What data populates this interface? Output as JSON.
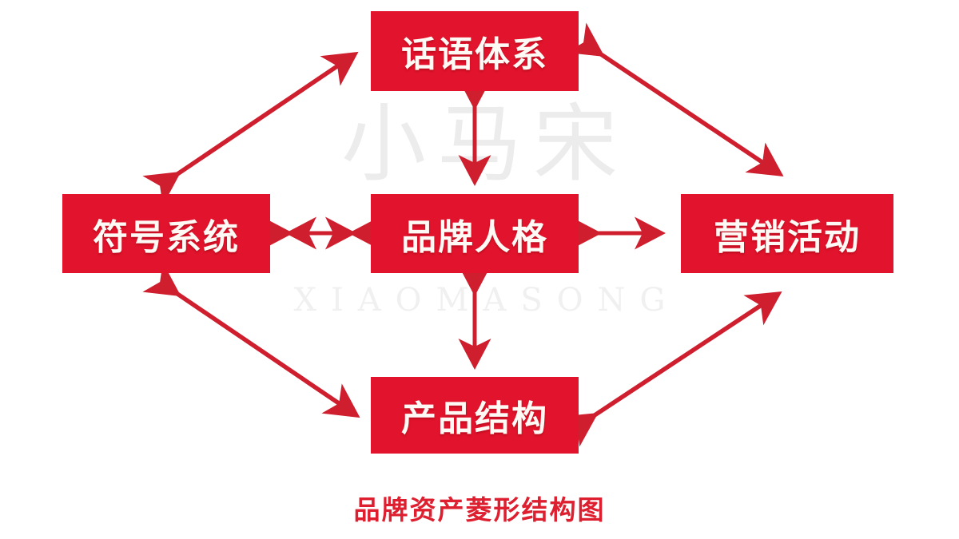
{
  "diagram": {
    "title_caption": "品牌资产菱形结构图",
    "accent_red": "#e2132c",
    "arrow_red": "#cf1f2e",
    "caption_red": "#dd1f30",
    "background": "#ffffff",
    "nodes": [
      {
        "id": "top",
        "label": "话语体系"
      },
      {
        "id": "left",
        "label": "符号系统"
      },
      {
        "id": "center",
        "label": "品牌人格"
      },
      {
        "id": "right",
        "label": "营销活动"
      },
      {
        "id": "bottom",
        "label": "产品结构"
      }
    ],
    "connectors": [
      {
        "id": "left-to-center",
        "style": "double-arrow-horizontal"
      },
      {
        "id": "center-to-right",
        "style": "double-arrow-horizontal"
      },
      {
        "id": "top-to-center",
        "style": "double-arrow-vertical"
      },
      {
        "id": "center-to-bottom",
        "style": "double-arrow-vertical"
      },
      {
        "id": "left-to-top",
        "style": "double-arrow-diagonal"
      },
      {
        "id": "top-to-right",
        "style": "double-arrow-diagonal"
      },
      {
        "id": "left-to-bottom",
        "style": "double-arrow-diagonal"
      },
      {
        "id": "bottom-to-right",
        "style": "double-arrow-diagonal"
      }
    ]
  },
  "watermark": {
    "chinese": "小马宋",
    "latin": "XIAOMASONG",
    "color": "#ececec"
  }
}
